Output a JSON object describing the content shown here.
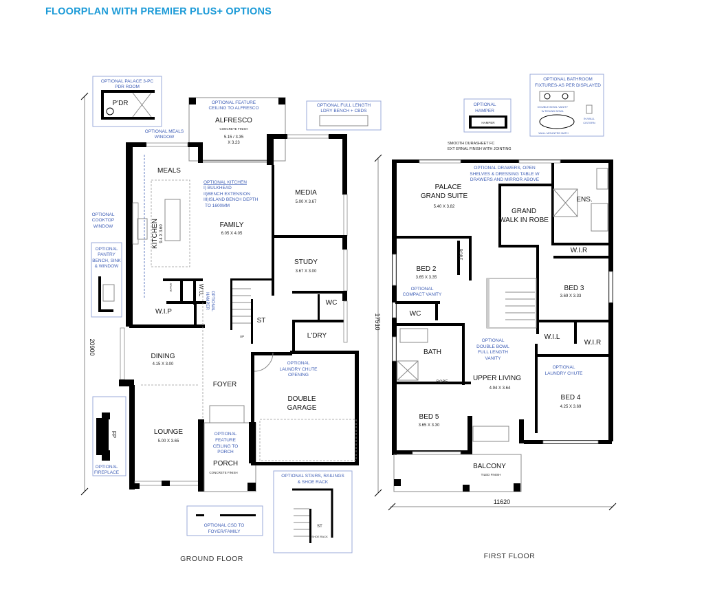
{
  "title": "FLOORPLAN WITH PREMIER PLUS+ OPTIONS",
  "ground": {
    "label": "GROUND FLOOR",
    "dimension": "20900",
    "rooms": {
      "alfresco": {
        "name": "ALFRESCO",
        "finish": "CONCRETE FINISH",
        "size1": "5.15 / 3.35",
        "size2": "X 3.23"
      },
      "meals": {
        "name": "MEALS"
      },
      "kitchen": {
        "name": "KITCHEN",
        "size": "9.4 X 3.60"
      },
      "family": {
        "name": "FAMILY",
        "size": "6.05 X 4.05"
      },
      "media": {
        "name": "MEDIA",
        "size": "5.00 X 3.67"
      },
      "study": {
        "name": "STUDY",
        "size": "3.67 X 3.00"
      },
      "wc": {
        "name": "WC"
      },
      "laundry": {
        "name": "L'DRY"
      },
      "wip": {
        "name": "W.I.P"
      },
      "wil": {
        "name": "W.I.L"
      },
      "space": {
        "name": "SPACE"
      },
      "st": {
        "name": "ST"
      },
      "up": {
        "name": "UP"
      },
      "dining": {
        "name": "DINING",
        "size": "4.15 X 3.00"
      },
      "foyer": {
        "name": "FOYER"
      },
      "lounge": {
        "name": "LOUNGE",
        "size": "5.00 X 3.65"
      },
      "porch": {
        "name": "PORCH",
        "finish": "CONCRETE FINISH"
      },
      "garage": {
        "name1": "DOUBLE",
        "name2": "GARAGE"
      },
      "fp": {
        "name": "FP"
      },
      "pdr": {
        "name": "P'DR"
      },
      "shoe_rack": {
        "name": "SHOE RACK"
      }
    },
    "options": {
      "pdr": [
        "OPTIONAL PALACE 3-PC",
        "PDR ROOM"
      ],
      "alfresco_ceiling": [
        "OPTIONAL FEATURE",
        "CEILING TO ALFRESCO"
      ],
      "ldry_bench": [
        "OPTIONAL FULL LENGTH",
        "LDRY BENCH + CBDS"
      ],
      "meals_window": [
        "OPTIONAL MEALS",
        "WINDOW"
      ],
      "kitchen": [
        "OPTIONAL KITCHEN",
        "I) BULKHEAD",
        "II)BENCH EXTENSION",
        "III)ISLAND BENCH DEPTH",
        "TO 1600MM"
      ],
      "cooktop_window": [
        "OPTIONAL",
        "COOKTOP",
        "WINDOW"
      ],
      "pantry": [
        "OPTIONAL",
        "PANTRY",
        "BENCH, SINK",
        "& WINDOW"
      ],
      "hamper": [
        "OPTIONAL",
        "HAMPER"
      ],
      "laundry_chute": [
        "OPTIONAL",
        "LAUNDRY CHUTE",
        "OPENING"
      ],
      "porch_ceiling": [
        "OPTIONAL",
        "FEATURE",
        "CEILING TO",
        "PORCH"
      ],
      "fireplace": [
        "OPTIONAL",
        "FIREPLACE"
      ],
      "stairs": [
        "OPTIONAL STAIRS, RAILINGS",
        "& SHOE RACK"
      ],
      "csd": [
        "OPTIONAL CSD TO",
        "FOYER/FAMILY"
      ]
    }
  },
  "first": {
    "label": "FIRST FLOOR",
    "dimension_v": "17510",
    "dimension_h": "11620",
    "cladding_note": [
      "SMOOTH DURASHEET FC",
      "EXT  ERNAL FINISH WITH JOINTING"
    ],
    "rooms": {
      "suite": {
        "name1": "PALACE",
        "name2": "GRAND SUITE",
        "size": "5.40 X 3.82"
      },
      "gwir": {
        "name1": "GRAND",
        "name2": "WALK IN ROBE"
      },
      "ens": {
        "name": "ENS."
      },
      "wir1": {
        "name": "W.I.R"
      },
      "bed2": {
        "name": "BED 2",
        "size": "3.65 X 3.35"
      },
      "robe1": {
        "name": "ROBE"
      },
      "bed3": {
        "name": "BED 3",
        "size": "3.69 X 3.33"
      },
      "wc": {
        "name": "WC"
      },
      "bath": {
        "name": "BATH"
      },
      "robe2": {
        "name": "ROBE"
      },
      "upper_living": {
        "name": "UPPER  LIVING",
        "size": "4.94 X 3.64"
      },
      "wil": {
        "name": "W.I.L"
      },
      "wir2": {
        "name": "W.I.R"
      },
      "bed4": {
        "name": "BED 4",
        "size": "4.25 X 3.69"
      },
      "bed5": {
        "name": "BED 5",
        "size": "3.65 X 3.30"
      },
      "balcony": {
        "name": "BALCONY",
        "finish": "TILED FINISH"
      }
    },
    "options": {
      "hamper": [
        "OPTIONAL",
        "HAMPER"
      ],
      "hamper_label": "HAMPER",
      "bathroom": [
        "OPTIONAL BATHROOM",
        "FIXTURES-AS PER DISPLAYED"
      ],
      "vanity_label": [
        "DOUBLE BOWL VANITY",
        "W ROUND BOWL"
      ],
      "cistern_label": [
        "IN-WALL",
        "CISTERN"
      ],
      "bath_label": "WALL MOUNTED BATH",
      "drawers": [
        "OPTIONAL DRAWERS, OPEN",
        "SHELVES & DRESSING TABLE W",
        "DRAWERS AND MIRROR ABOVE"
      ],
      "compact_vanity": [
        "OPTIONAL",
        "COMPACT VANITY"
      ],
      "double_vanity": [
        "OPTIONAL",
        "DOUBLE BOWL",
        "FULL LENGTH",
        "VANITY"
      ],
      "laundry_chute": [
        "OPTIONAL",
        "LAUNDRY CHUTE"
      ]
    }
  }
}
